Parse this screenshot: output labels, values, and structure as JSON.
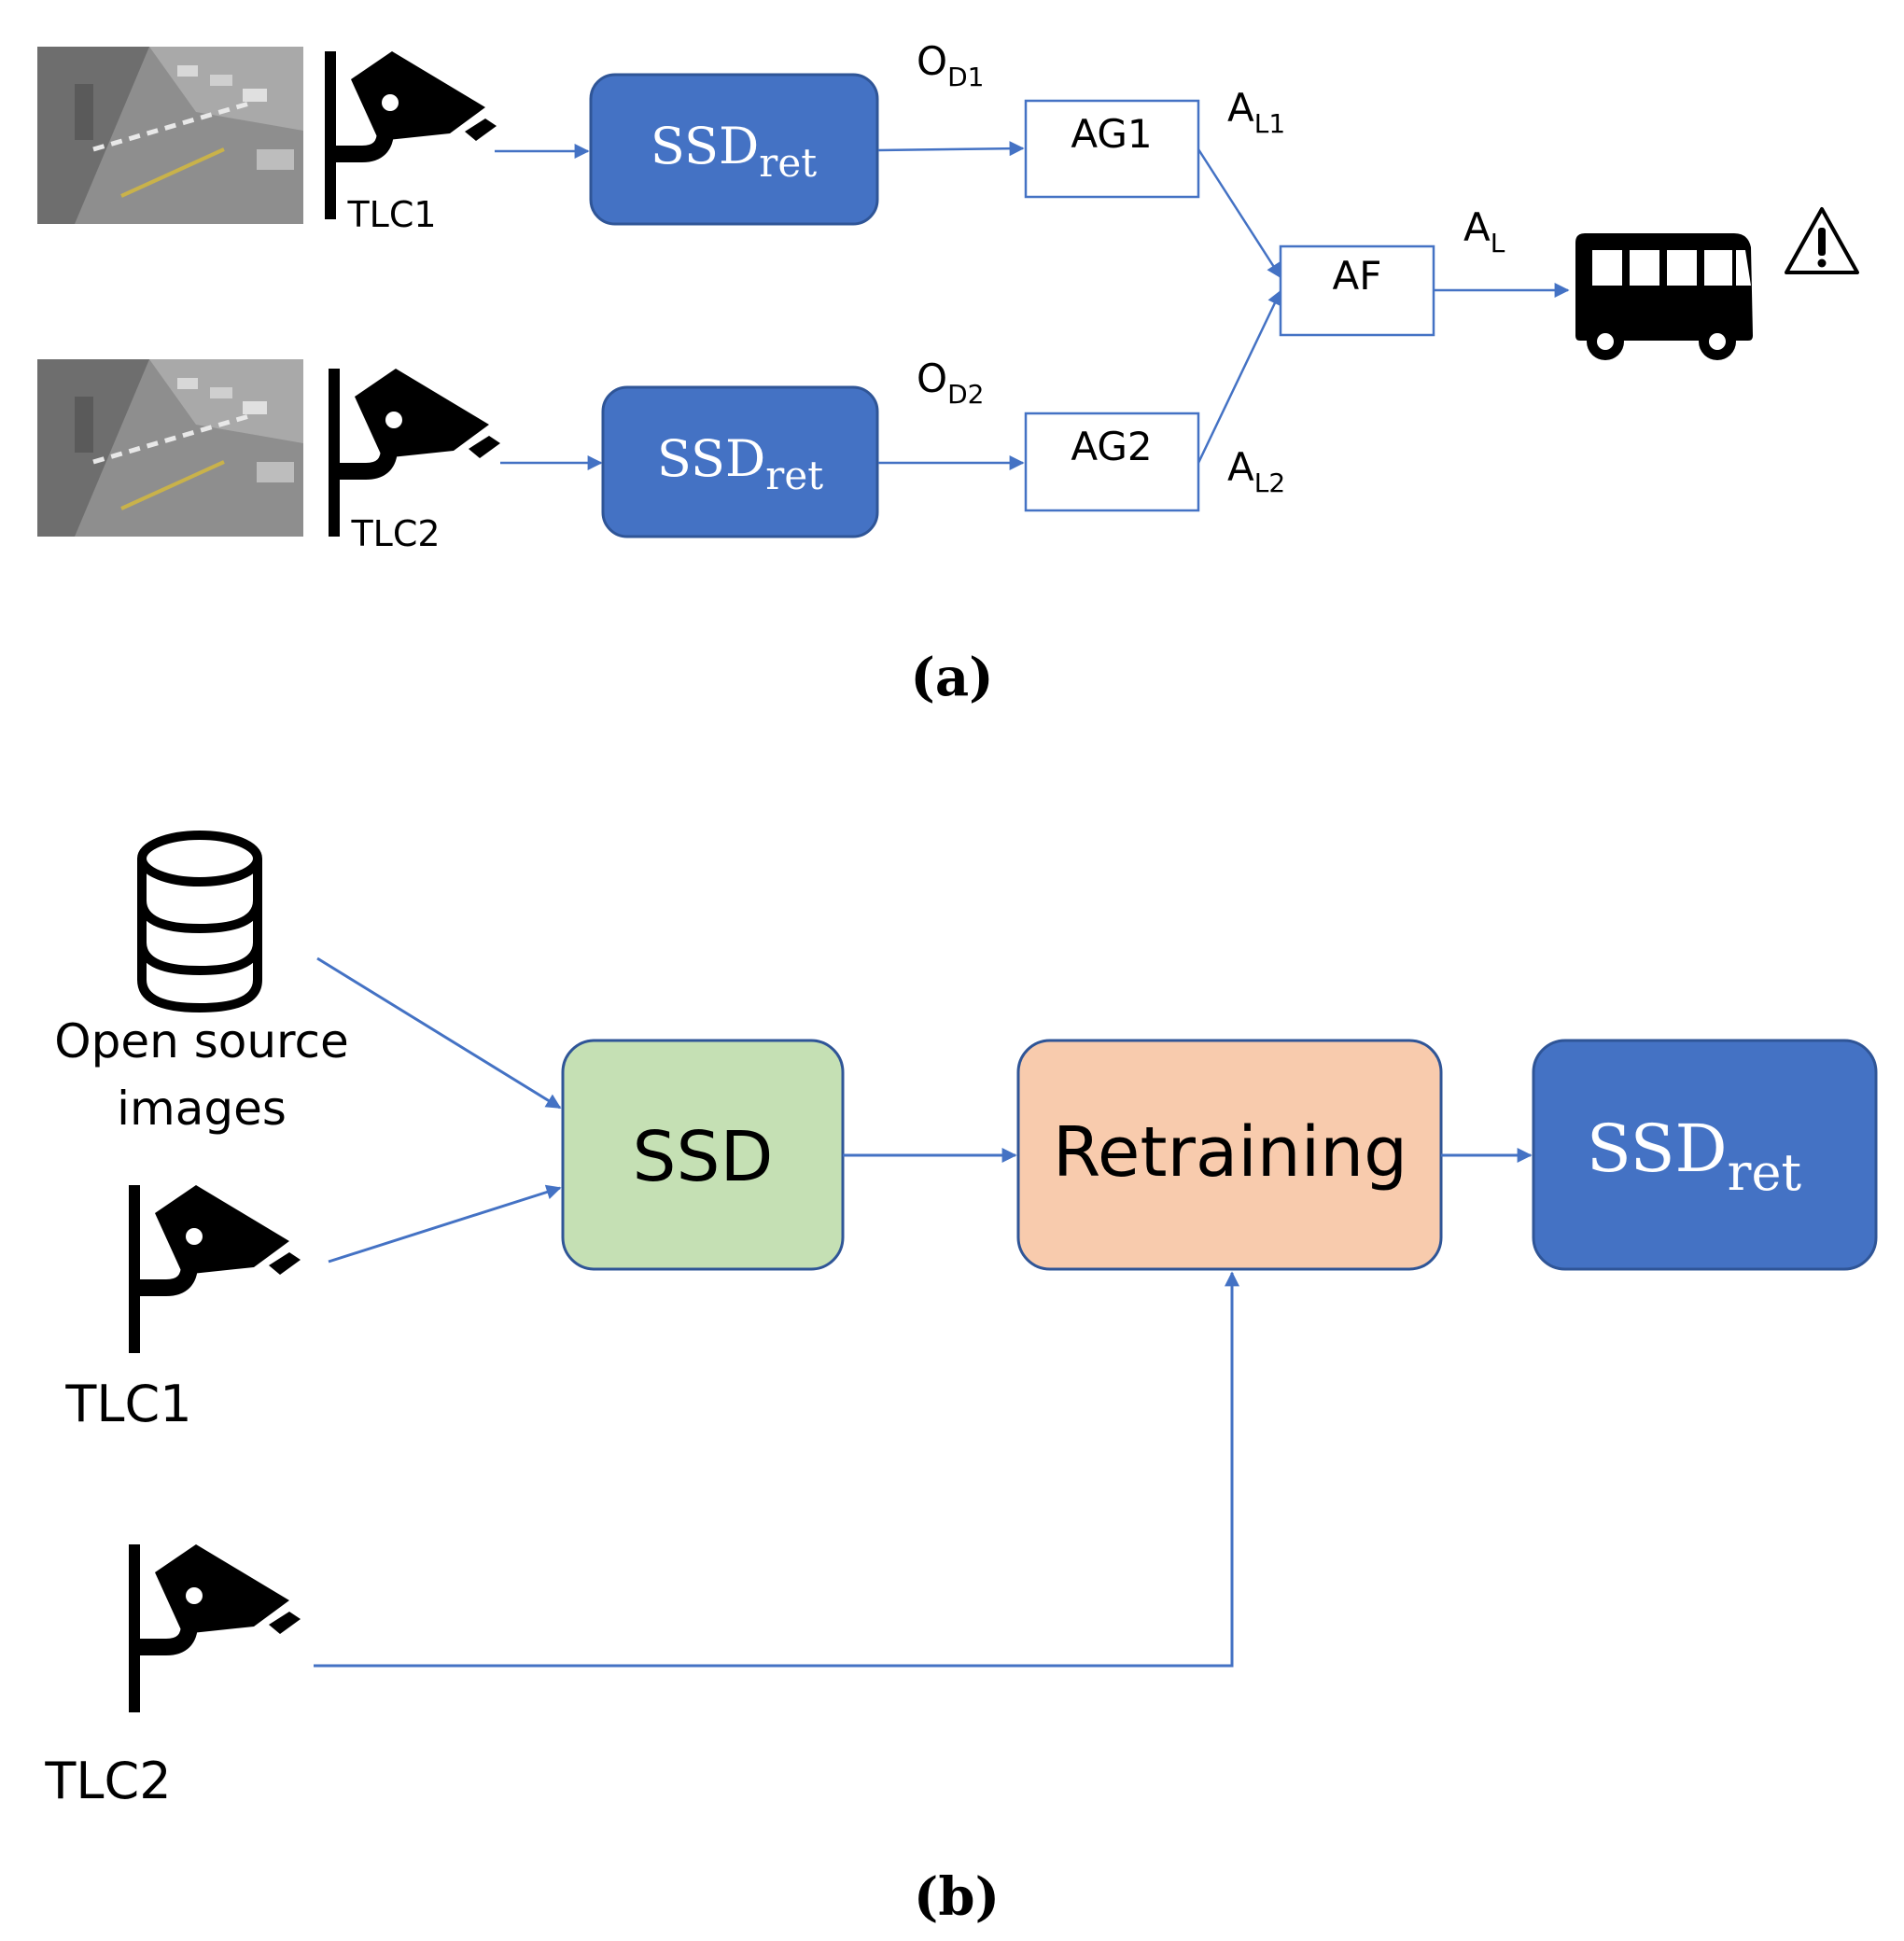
{
  "panel_a": {
    "caption": "(a)",
    "cameras": [
      {
        "label": "TLC1"
      },
      {
        "label": "TLC2"
      }
    ],
    "detectors": [
      {
        "main": "SSD",
        "sub": "ret"
      },
      {
        "main": "SSD",
        "sub": "ret"
      }
    ],
    "outputs": [
      {
        "main": "O",
        "sub": "D1"
      },
      {
        "main": "O",
        "sub": "D2"
      }
    ],
    "alarm_generators": [
      {
        "label": "AG1"
      },
      {
        "label": "AG2"
      }
    ],
    "alarm_levels": [
      {
        "main": "A",
        "sub": "L1"
      },
      {
        "main": "A",
        "sub": "L2"
      }
    ],
    "fusion": {
      "label": "AF"
    },
    "final_alarm": {
      "main": "A",
      "sub": "L"
    },
    "icons": [
      "street-photo-icon",
      "cctv-camera-icon",
      "bus-icon",
      "warning-triangle-icon"
    ]
  },
  "panel_b": {
    "caption": "(b)",
    "database": {
      "label_line1": "Open source",
      "label_line2": "images"
    },
    "cameras": [
      {
        "label": "TLC1"
      },
      {
        "label": "TLC2"
      }
    ],
    "ssd": {
      "label": "SSD"
    },
    "retraining": {
      "label": "Retraining"
    },
    "result": {
      "main": "SSD",
      "sub": "ret"
    },
    "icons": [
      "database-icon",
      "cctv-camera-icon"
    ]
  },
  "colors": {
    "arrow": "#4472c4",
    "ssd_ret_fill": "#4472c4",
    "ssd_fill": "#c5e0b4",
    "retraining_fill": "#f8cbad",
    "box_border": "#2f5597"
  }
}
